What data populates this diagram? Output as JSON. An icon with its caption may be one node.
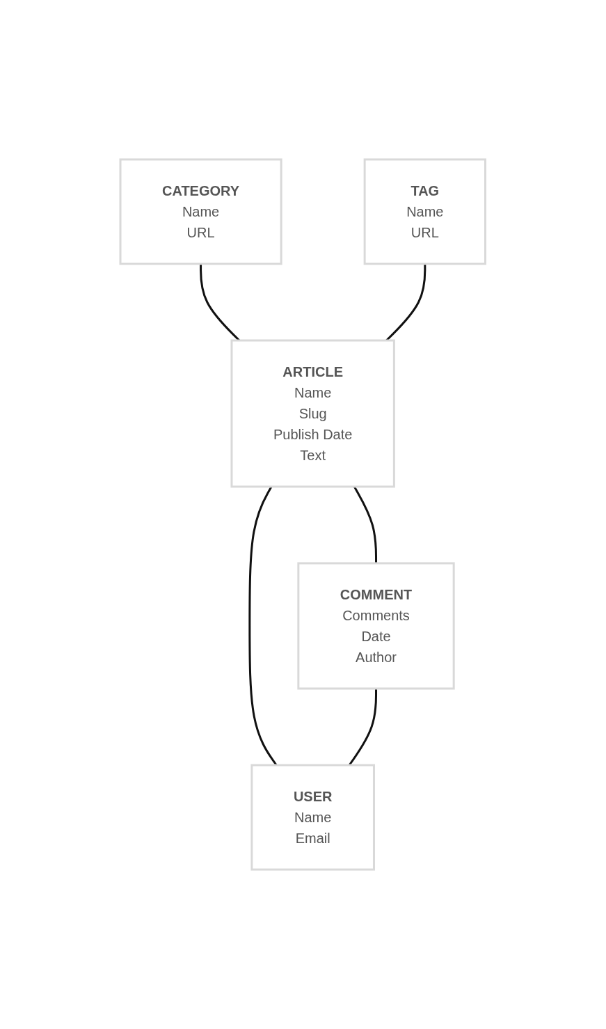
{
  "diagram": {
    "nodes": [
      {
        "text": [
          "CATEGORY",
          "Name",
          "URL"
        ]
      },
      {
        "text": [
          "TAG",
          "Name",
          "URL"
        ]
      },
      {
        "text": [
          "ARTICLE",
          "Name",
          "Slug",
          "Publish Date",
          "Text"
        ]
      },
      {
        "text": [
          "COMMENT",
          "Comments",
          "Date",
          "Author"
        ]
      },
      {
        "text": [
          "USER",
          "Name",
          "Email"
        ]
      }
    ],
    "edges": [
      {
        "from": 0,
        "to": 2,
        "arrow": "none"
      },
      {
        "from": 1,
        "to": 2,
        "arrow": "none"
      },
      {
        "from": 2,
        "to": 3,
        "arrow": "none"
      },
      {
        "from": 2,
        "to": 4,
        "arrow": "none"
      },
      {
        "from": 3,
        "to": 4,
        "arrow": "none"
      }
    ]
  }
}
